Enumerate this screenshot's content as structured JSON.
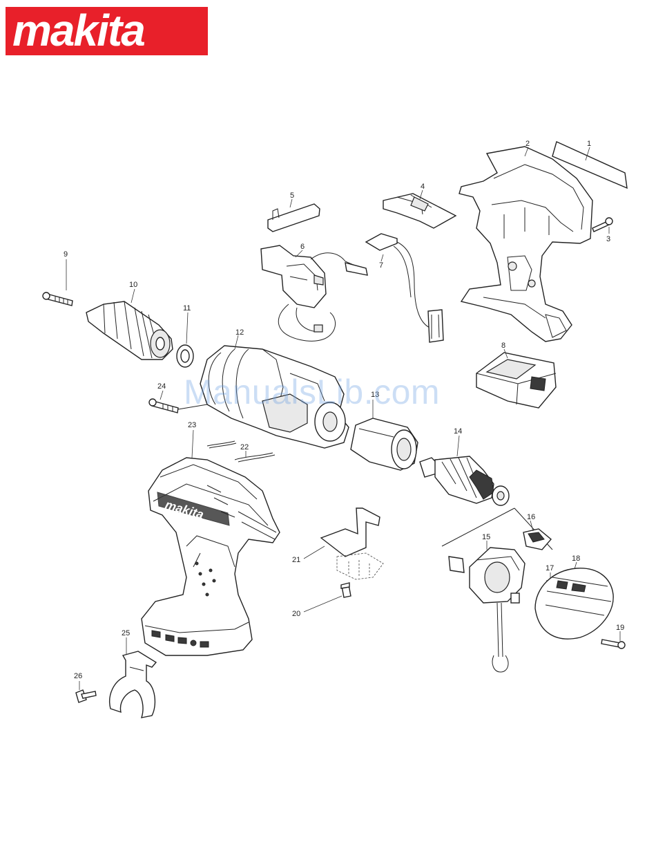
{
  "brand": {
    "logo_text": "makita",
    "registered_mark": "®",
    "color": "#e8202a"
  },
  "watermark": "ManualsLib.com",
  "callouts": [
    "1",
    "2",
    "3",
    "4",
    "5",
    "6",
    "7",
    "8",
    "9",
    "10",
    "11",
    "12",
    "13",
    "14",
    "15",
    "16",
    "17",
    "18",
    "19",
    "20",
    "21",
    "22",
    "23",
    "24",
    "25",
    "26"
  ],
  "housing_logo": "makita"
}
